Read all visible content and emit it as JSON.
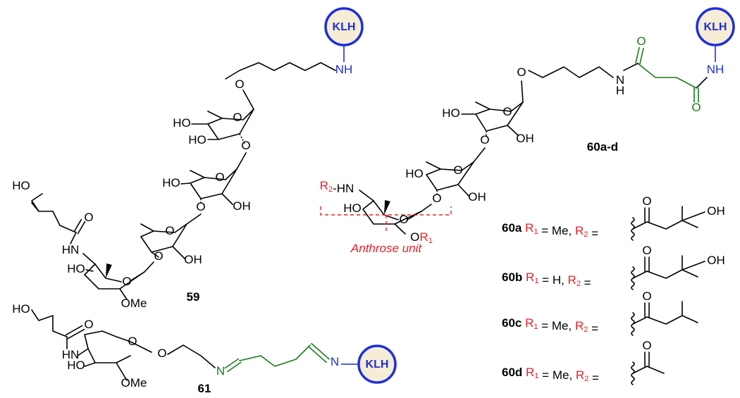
{
  "colors": {
    "black": "#000000",
    "red": "#e8202a",
    "green": "#1c7a1c",
    "blue": "#1f2fd8",
    "klh_fill": "#f5edd6"
  },
  "labels": {
    "klh": "KLH",
    "ho": "HO",
    "oh": "OH",
    "o": "O",
    "nh": "NH",
    "hn": "HN",
    "n": "N",
    "h": "H",
    "r": "R",
    "sub1": "1",
    "sub2": "2",
    "ome": "OMe",
    "minus": "-",
    "anthrose": "Anthrose unit"
  },
  "compounds": {
    "c59": "59",
    "c60": "60a-d",
    "c61": "61",
    "c60a": "60a",
    "c60b": "60b",
    "c60c": "60c",
    "c60d": "60d"
  },
  "variants": {
    "eq": " = ",
    "me": "Me",
    "h": "H",
    "comma": ", "
  }
}
